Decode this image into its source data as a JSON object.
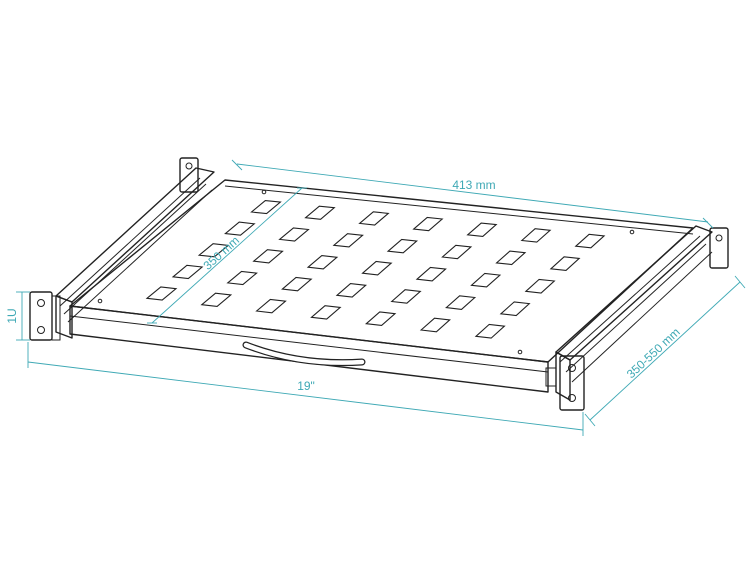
{
  "colors": {
    "line": "#222222",
    "dimension": "#3fa9b5",
    "background": "#ffffff"
  },
  "dimensions": {
    "depth_fixed": "350 mm",
    "width": "413 mm",
    "rack_width": "19\"",
    "height": "1U",
    "depth_range": "350-550 mm"
  }
}
